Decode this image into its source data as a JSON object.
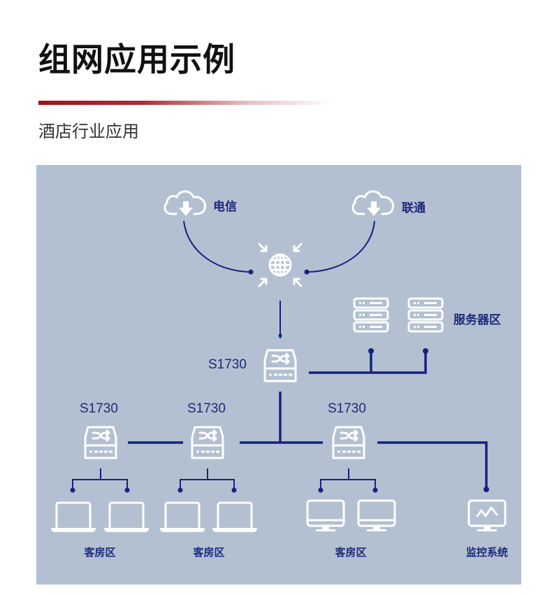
{
  "header": {
    "title": "组网应用示例",
    "subtitle": "酒店行业应用",
    "accent_color": "#a80f17"
  },
  "diagram": {
    "background_color": "#b3c0d1",
    "line_color": "#14237f",
    "label_color": "#1b2a7a",
    "isps": [
      {
        "label": "电信",
        "icon": "cloud-download-icon"
      },
      {
        "label": "联通",
        "icon": "cloud-download-icon"
      }
    ],
    "internet": {
      "icon": "globe-icon"
    },
    "server_zone": {
      "label": "服务器区",
      "servers": 2,
      "icon": "server-rack-icon"
    },
    "core_switch": {
      "model": "S1730",
      "icon": "switch-icon"
    },
    "access_switches": [
      {
        "model": "S1730",
        "icon": "switch-icon"
      },
      {
        "model": "S1730",
        "icon": "switch-icon"
      },
      {
        "model": "S1730",
        "icon": "switch-icon"
      }
    ],
    "zones": [
      {
        "label": "客房区",
        "devices": [
          "laptop-icon",
          "laptop-icon"
        ]
      },
      {
        "label": "客房区",
        "devices": [
          "laptop-icon",
          "laptop-icon"
        ]
      },
      {
        "label": "客房区",
        "devices": [
          "desktop-monitor-icon",
          "desktop-monitor-icon"
        ]
      },
      {
        "label": "监控系统",
        "devices": [
          "monitoring-screen-icon"
        ]
      }
    ]
  }
}
